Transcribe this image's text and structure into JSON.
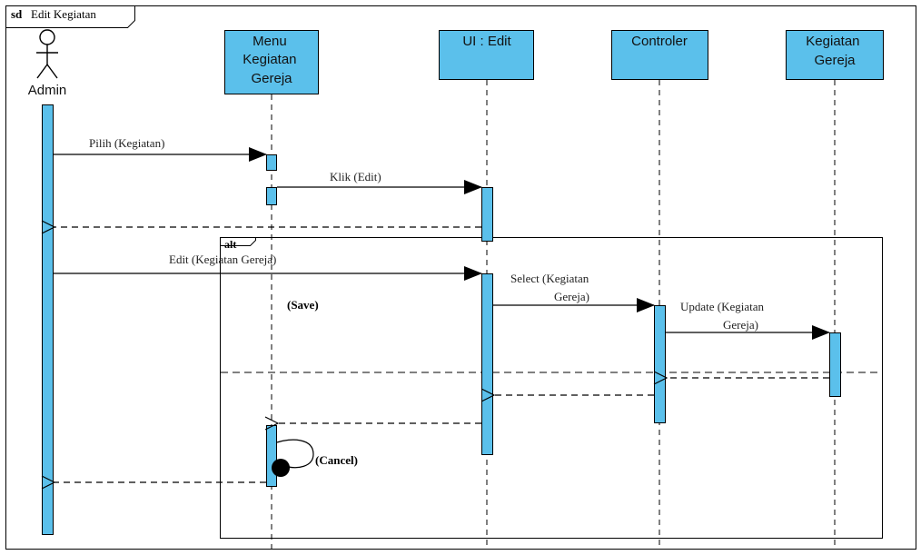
{
  "frame": {
    "keyword": "sd",
    "title": "Edit Kegiatan"
  },
  "colors": {
    "box_fill": "#5bc0eb",
    "activation_fill": "#5bc0eb",
    "line": "#000000",
    "background": "#ffffff"
  },
  "actor": {
    "name": "Admin"
  },
  "lifelines": [
    {
      "id": "menu",
      "label_lines": [
        "Menu",
        "Kegiatan",
        "Gereja"
      ]
    },
    {
      "id": "ui",
      "label_lines": [
        "UI : Edit"
      ]
    },
    {
      "id": "controller",
      "label_lines": [
        "Controler"
      ]
    },
    {
      "id": "entity",
      "label_lines": [
        "Kegiatan",
        "Gereja"
      ]
    }
  ],
  "fragment": {
    "keyword": "alt",
    "guard_1": "(Save)",
    "guard_2": "(Cancel)"
  },
  "messages": {
    "pilih": "Pilih (Kegiatan)",
    "klik": "Klik (Edit)",
    "edit": "Edit (Kegiatan  Gereja)",
    "select_lines": [
      "Select (Kegiatan",
      "Gereja)"
    ],
    "update_lines": [
      "Update (Kegiatan",
      "Gereja)"
    ]
  }
}
